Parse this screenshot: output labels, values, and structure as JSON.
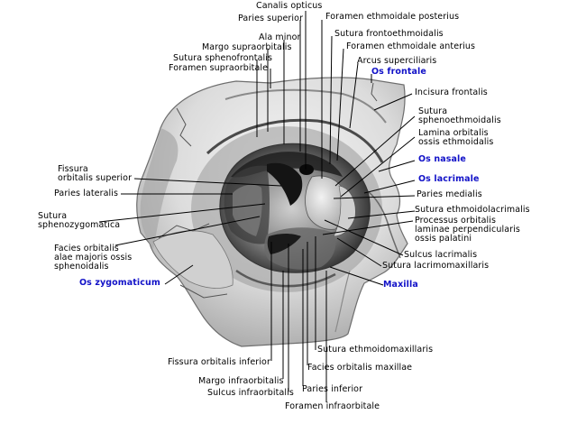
{
  "labels": {
    "canalis_opticus": "Canalis opticus",
    "paries_superior": "Paries superior",
    "foramen_ethmoidale_posterius": "Foramen ethmoidale posterius",
    "ala_minor": "Ala minor",
    "sutura_frontoethmoidalis": "Sutura frontoethmoidalis",
    "margo_supraorbitalis": "Margo supraorbitalis",
    "foramen_ethmoidale_anterius": "Foramen ethmoidale anterius",
    "sutura_sphenofrontalis": "Sutura sphenofrontalis",
    "arcus_superciliaris": "Arcus superciliaris",
    "foramen_supraorbitale": "Foramen supraorbitale",
    "os_frontale": "Os frontale",
    "incisura_frontalis": "Incisura frontalis",
    "sutura_sphenoethmoidalis": "Sutura\nsphenoethmoidalis",
    "lamina_orbitalis": "Lamina orbitalis\nossis ethmoidalis",
    "os_nasale": "Os nasale",
    "fissura_orbitalis_superior": "Fissura\norbitalis superior",
    "os_lacrimale": "Os lacrimale",
    "paries_lateralis": "Paries lateralis",
    "paries_medialis": "Paries medialis",
    "sutura_ethmoidolacrimalis": "Sutura ethmoidolacrimalis",
    "sutura_sphenozygomatica": "Sutura\nsphenozygomatica",
    "processus_orbitalis": "Processus orbitalis\nlaminae perpendicularis\nossis palatini",
    "facies_orbitalis_alae": "Facies orbitalis\nalae majoris ossis\nsphenoidalis",
    "sulcus_lacrimalis": "Sulcus lacrimalis",
    "sutura_lacrimomaxillaris": "Sutura lacrimomaxillaris",
    "os_zygomaticum": "Os zygomaticum",
    "maxilla": "Maxilla",
    "sutura_ethmoidomaxillaris": "Sutura ethmoidomaxillaris",
    "fissura_orbitalis_inferior": "Fissura orbitalis inferior",
    "facies_orbitalis_maxillae": "Facies orbitalis maxillae",
    "margo_infraorbitalis": "Margo infraorbitalis",
    "sulcus_infraorbitalis": "Sulcus infraorbitalis",
    "paries_inferior": "Paries inferior",
    "foramen_infraorbitale": "Foramen infraorbitale"
  },
  "colors": {
    "bone_name": "#1212c8",
    "text": "#000000",
    "skull_light": "#e4e4e4",
    "skull_mid": "#bdbdbd",
    "skull_dark": "#5a5a5a",
    "orbit_deep": "#2a2a2a"
  }
}
